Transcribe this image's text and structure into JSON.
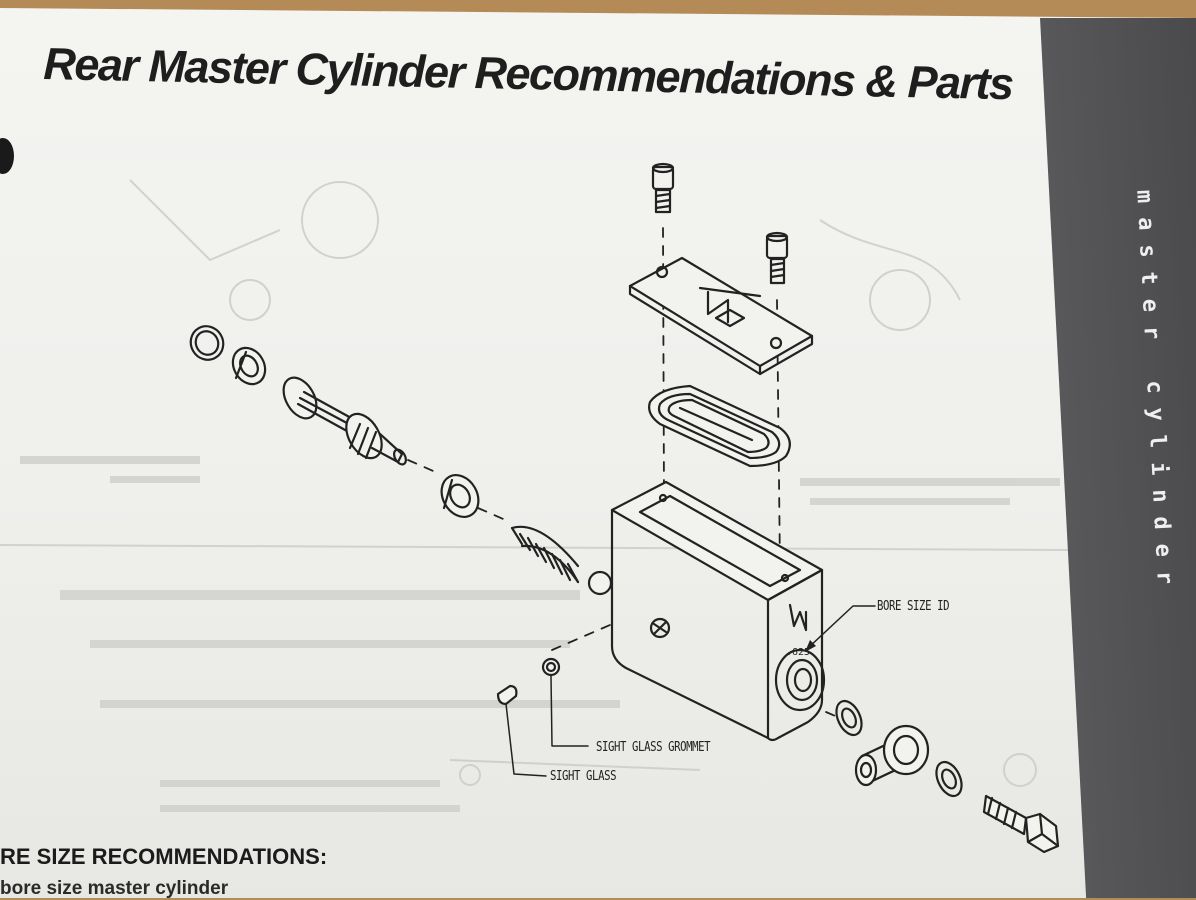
{
  "page": {
    "title": "Rear Master Cylinder Recommendations & Parts",
    "side_tab_label": "master cylinder",
    "colors": {
      "paper": "#f2f2ef",
      "side_tab": "#525254",
      "ink": "#222222",
      "desk": "#b48a56"
    }
  },
  "diagram": {
    "callouts": {
      "bore_size": "BORE SIZE ID",
      "sight_glass_grommet": "SIGHT GLASS GROMMET",
      "sight_glass": "SIGHT GLASS"
    },
    "body_marking": ".625"
  },
  "section": {
    "heading": "RE SIZE RECOMMENDATIONS:",
    "text": "bore size master cylinder"
  }
}
